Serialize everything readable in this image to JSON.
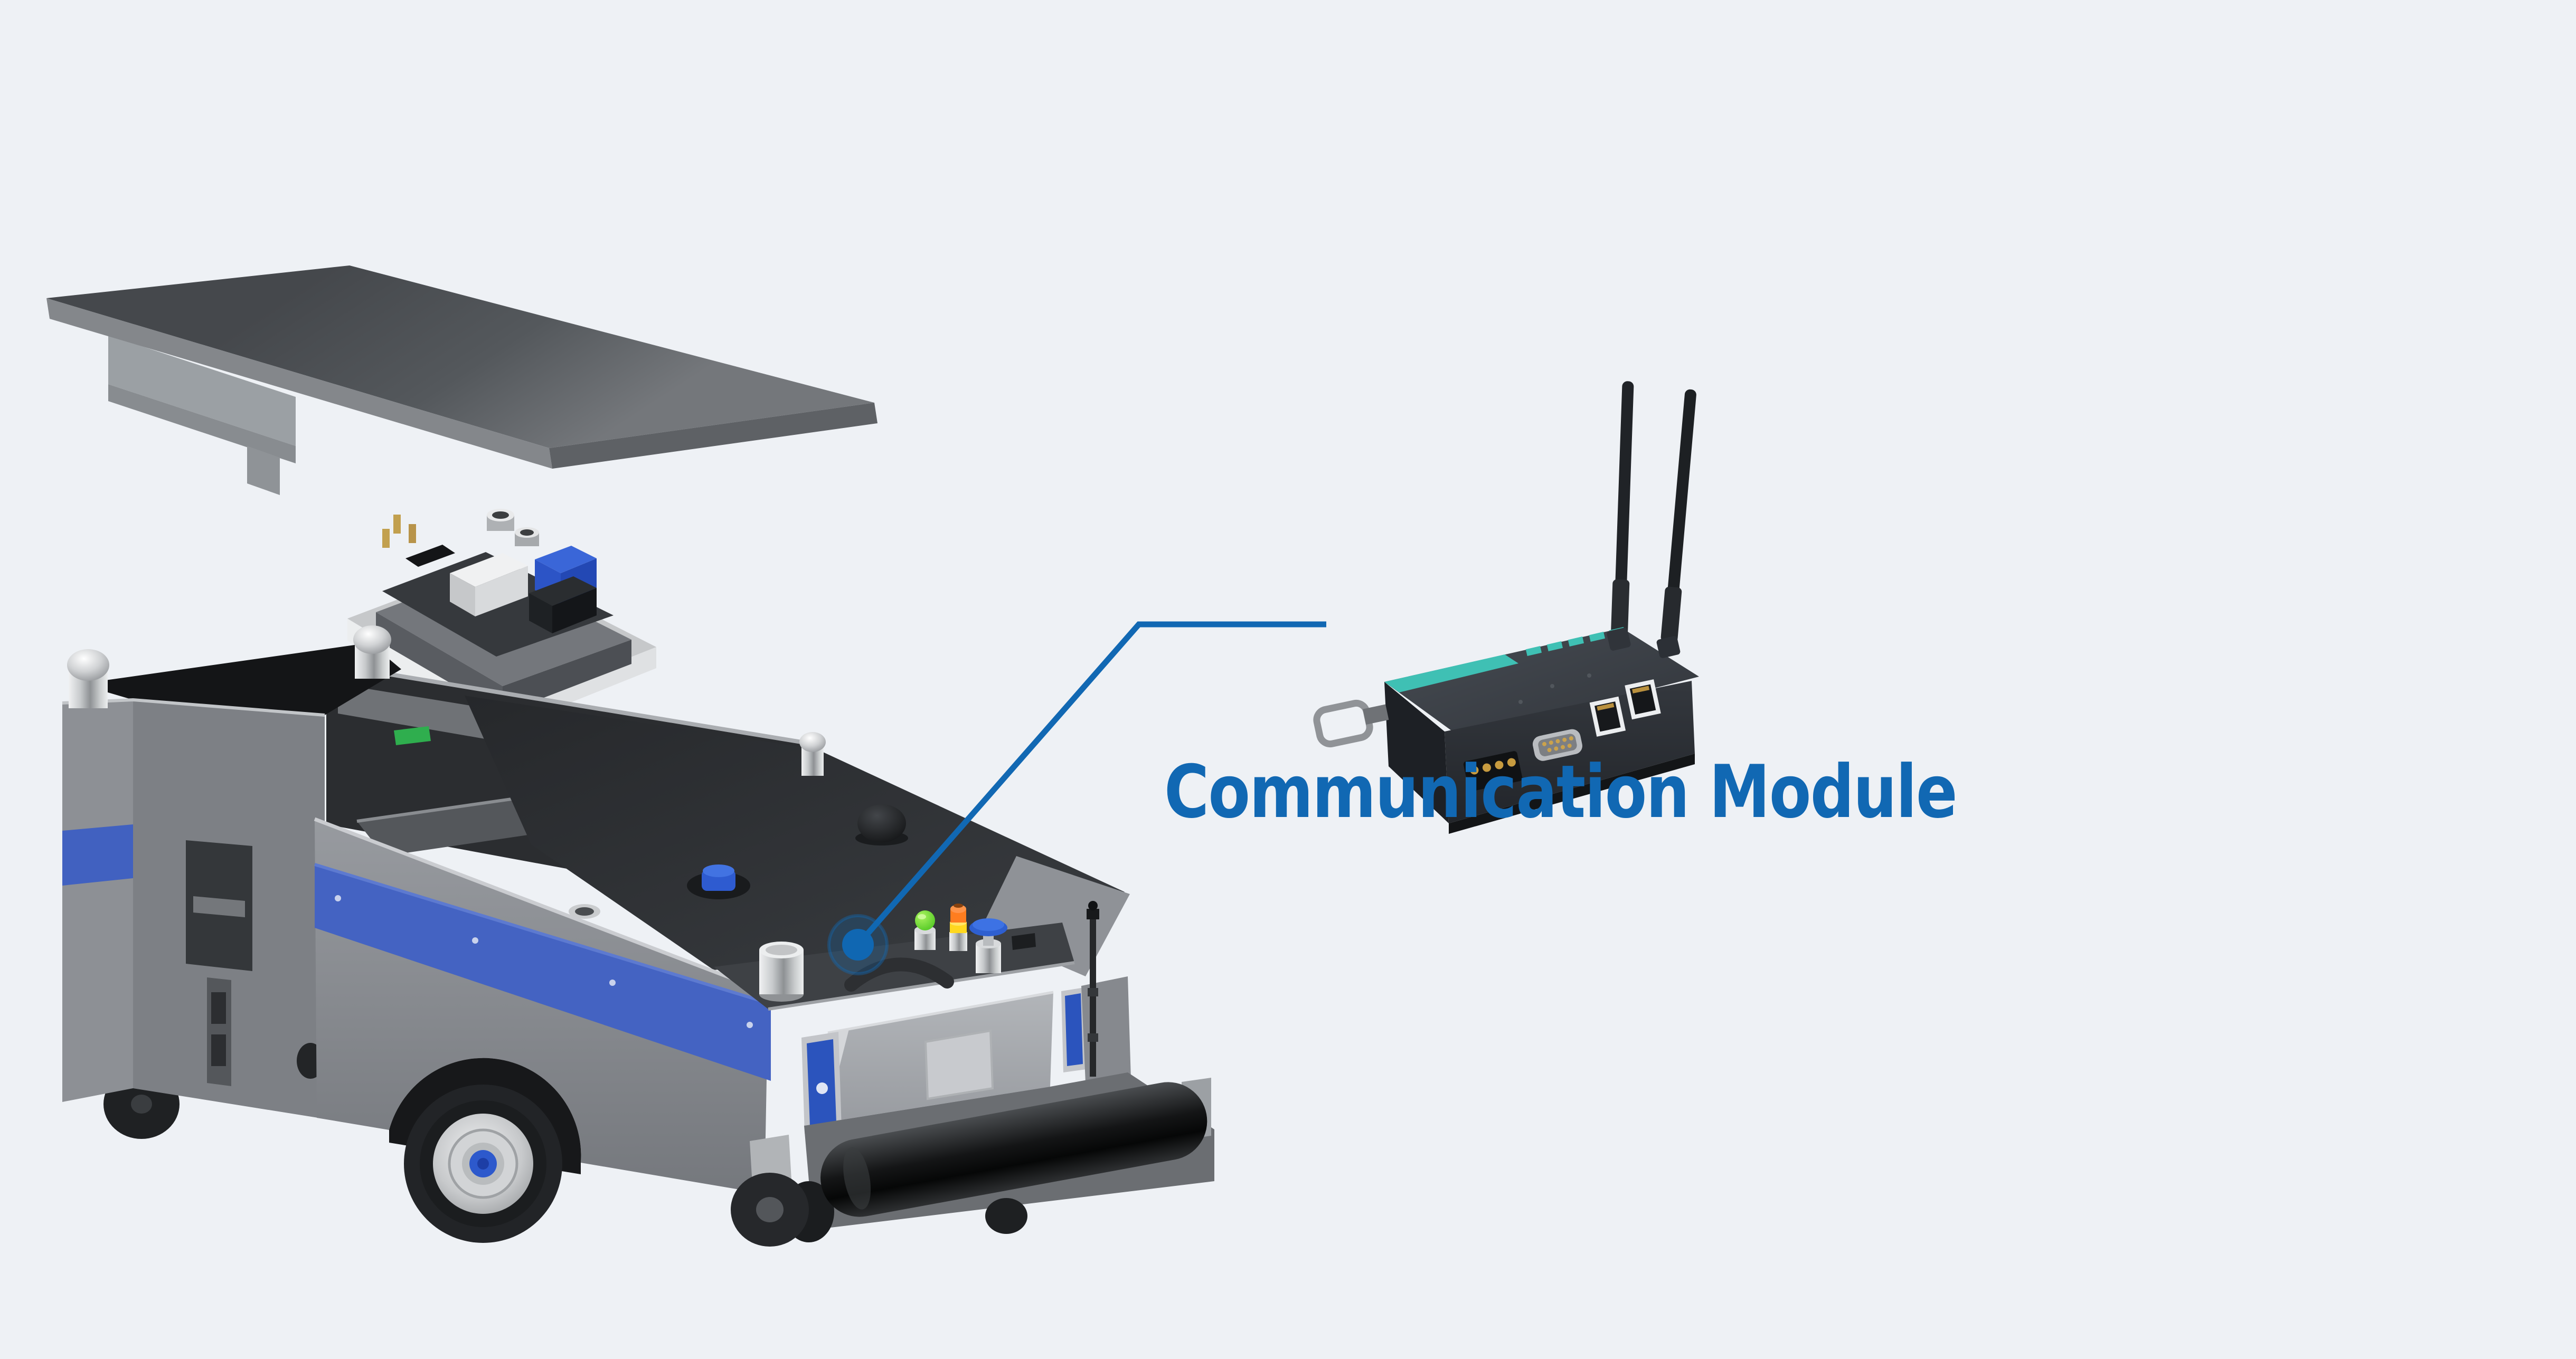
{
  "page": {
    "background": "#eef1f5"
  },
  "callout": {
    "label": "Communication Module",
    "color": "#1168b3"
  },
  "colors": {
    "accent_blue": "#1168b3",
    "stripe_blue": "#4463c2",
    "sensor_bar_blue": "#2b54bd",
    "device_teal": "#3fc0b4",
    "body_gray": "#85888d",
    "background": "#eef1f5"
  },
  "icons": {
    "callout_dot": "blue-dot-with-halo",
    "callout_line": "elbow-leader-line"
  }
}
